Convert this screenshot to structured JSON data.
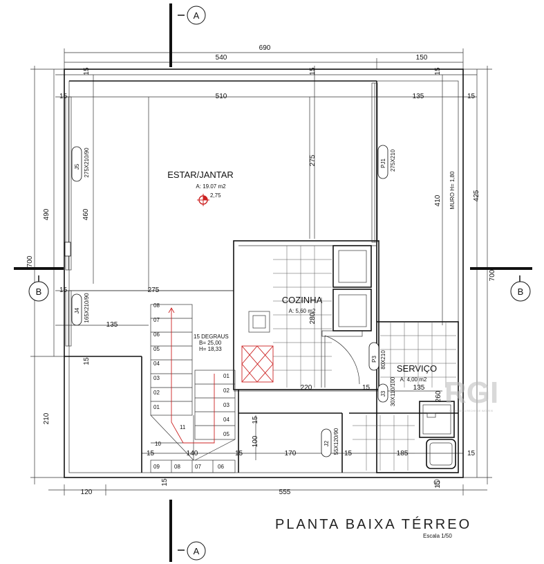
{
  "drawing": {
    "title": "PLANTA BAIXA TÉRREO",
    "scale": "Escala 1/50"
  },
  "section_marks": {
    "a_top": "A",
    "a_bottom": "A",
    "b_left": "B",
    "b_right": "B"
  },
  "rooms": {
    "estar": {
      "name": "ESTAR/JANTAR",
      "area": "A: 19.07 m2",
      "level": "2,75"
    },
    "cozinha": {
      "name": "COZINHA",
      "area": "A: 5,60 m2"
    },
    "servico": {
      "name": "SERVIÇO",
      "area": "A: 4,00 m2"
    }
  },
  "stair": {
    "label": "15 DEGRAUS",
    "tread": "B= 25,00",
    "riser": "H= 18,33",
    "left_steps": [
      "08",
      "07",
      "06",
      "05",
      "04",
      "03",
      "02",
      "01"
    ],
    "right_steps": [
      "01",
      "02",
      "03",
      "04",
      "05"
    ],
    "landing_steps": [
      "09",
      "08",
      "07",
      "06",
      "10",
      "11"
    ]
  },
  "openings": {
    "j5": {
      "id": "J5",
      "size": "275X210/90"
    },
    "pj1": {
      "id": "PJ1",
      "size": "275X210"
    },
    "j4": {
      "id": "J4",
      "size": "165X210/90"
    },
    "p3": {
      "id": "P3",
      "size": "80X210"
    },
    "j3": {
      "id": "J3",
      "size": "30X110/100"
    },
    "j2": {
      "id": "J2",
      "size": "55X120/90"
    }
  },
  "wall_note": "MURO H= 1,80",
  "dimensions": {
    "top_total": "690",
    "top_left": "540",
    "top_right": "150",
    "inner_510": "510",
    "inner_135": "135",
    "left_490": "490",
    "left_460": "460",
    "left_700": "700",
    "left_210": "210",
    "right_700": "700",
    "right_425": "425",
    "right_410": "410",
    "mid_275_v": "275",
    "mid_275_h": "275",
    "mid_135": "135",
    "kitchen_280": "280",
    "kitchen_220": "220",
    "serv_135": "135",
    "serv_260": "260",
    "bath_100": "100",
    "bottom_140": "140",
    "bottom_170": "170",
    "bottom_185": "185",
    "bottom_120": "120",
    "bottom_555": "555",
    "wall_15": "15"
  },
  "watermark": {
    "brand": "RGI",
    "tagline": "IMOBILIÁRIA RECHE DE IMÓVEIS"
  }
}
